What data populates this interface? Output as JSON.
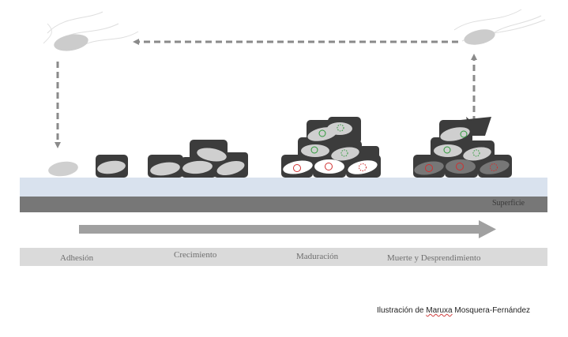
{
  "surface_label": "Superficie",
  "stages": [
    {
      "label": "Adhesión"
    },
    {
      "label": "Crecimiento"
    },
    {
      "label": "Maduración"
    },
    {
      "label": "Muerte y Desprendimiento"
    }
  ],
  "credit": {
    "prefix": "Ilustración de ",
    "name_underlined": "Maruxa",
    "suffix": " Mosquera-Fernández"
  },
  "colors": {
    "substrate_light": "#d9e2ee",
    "substrate_dark": "#777777",
    "stage_bar": "#dadada",
    "arrow": "#a0a0a0",
    "cell_dark": "#3c3c3c",
    "cell_light": "#cfcfcf",
    "cell_white": "#ffffff",
    "marker_green": "#2e9a3a",
    "marker_red": "#d03030"
  }
}
